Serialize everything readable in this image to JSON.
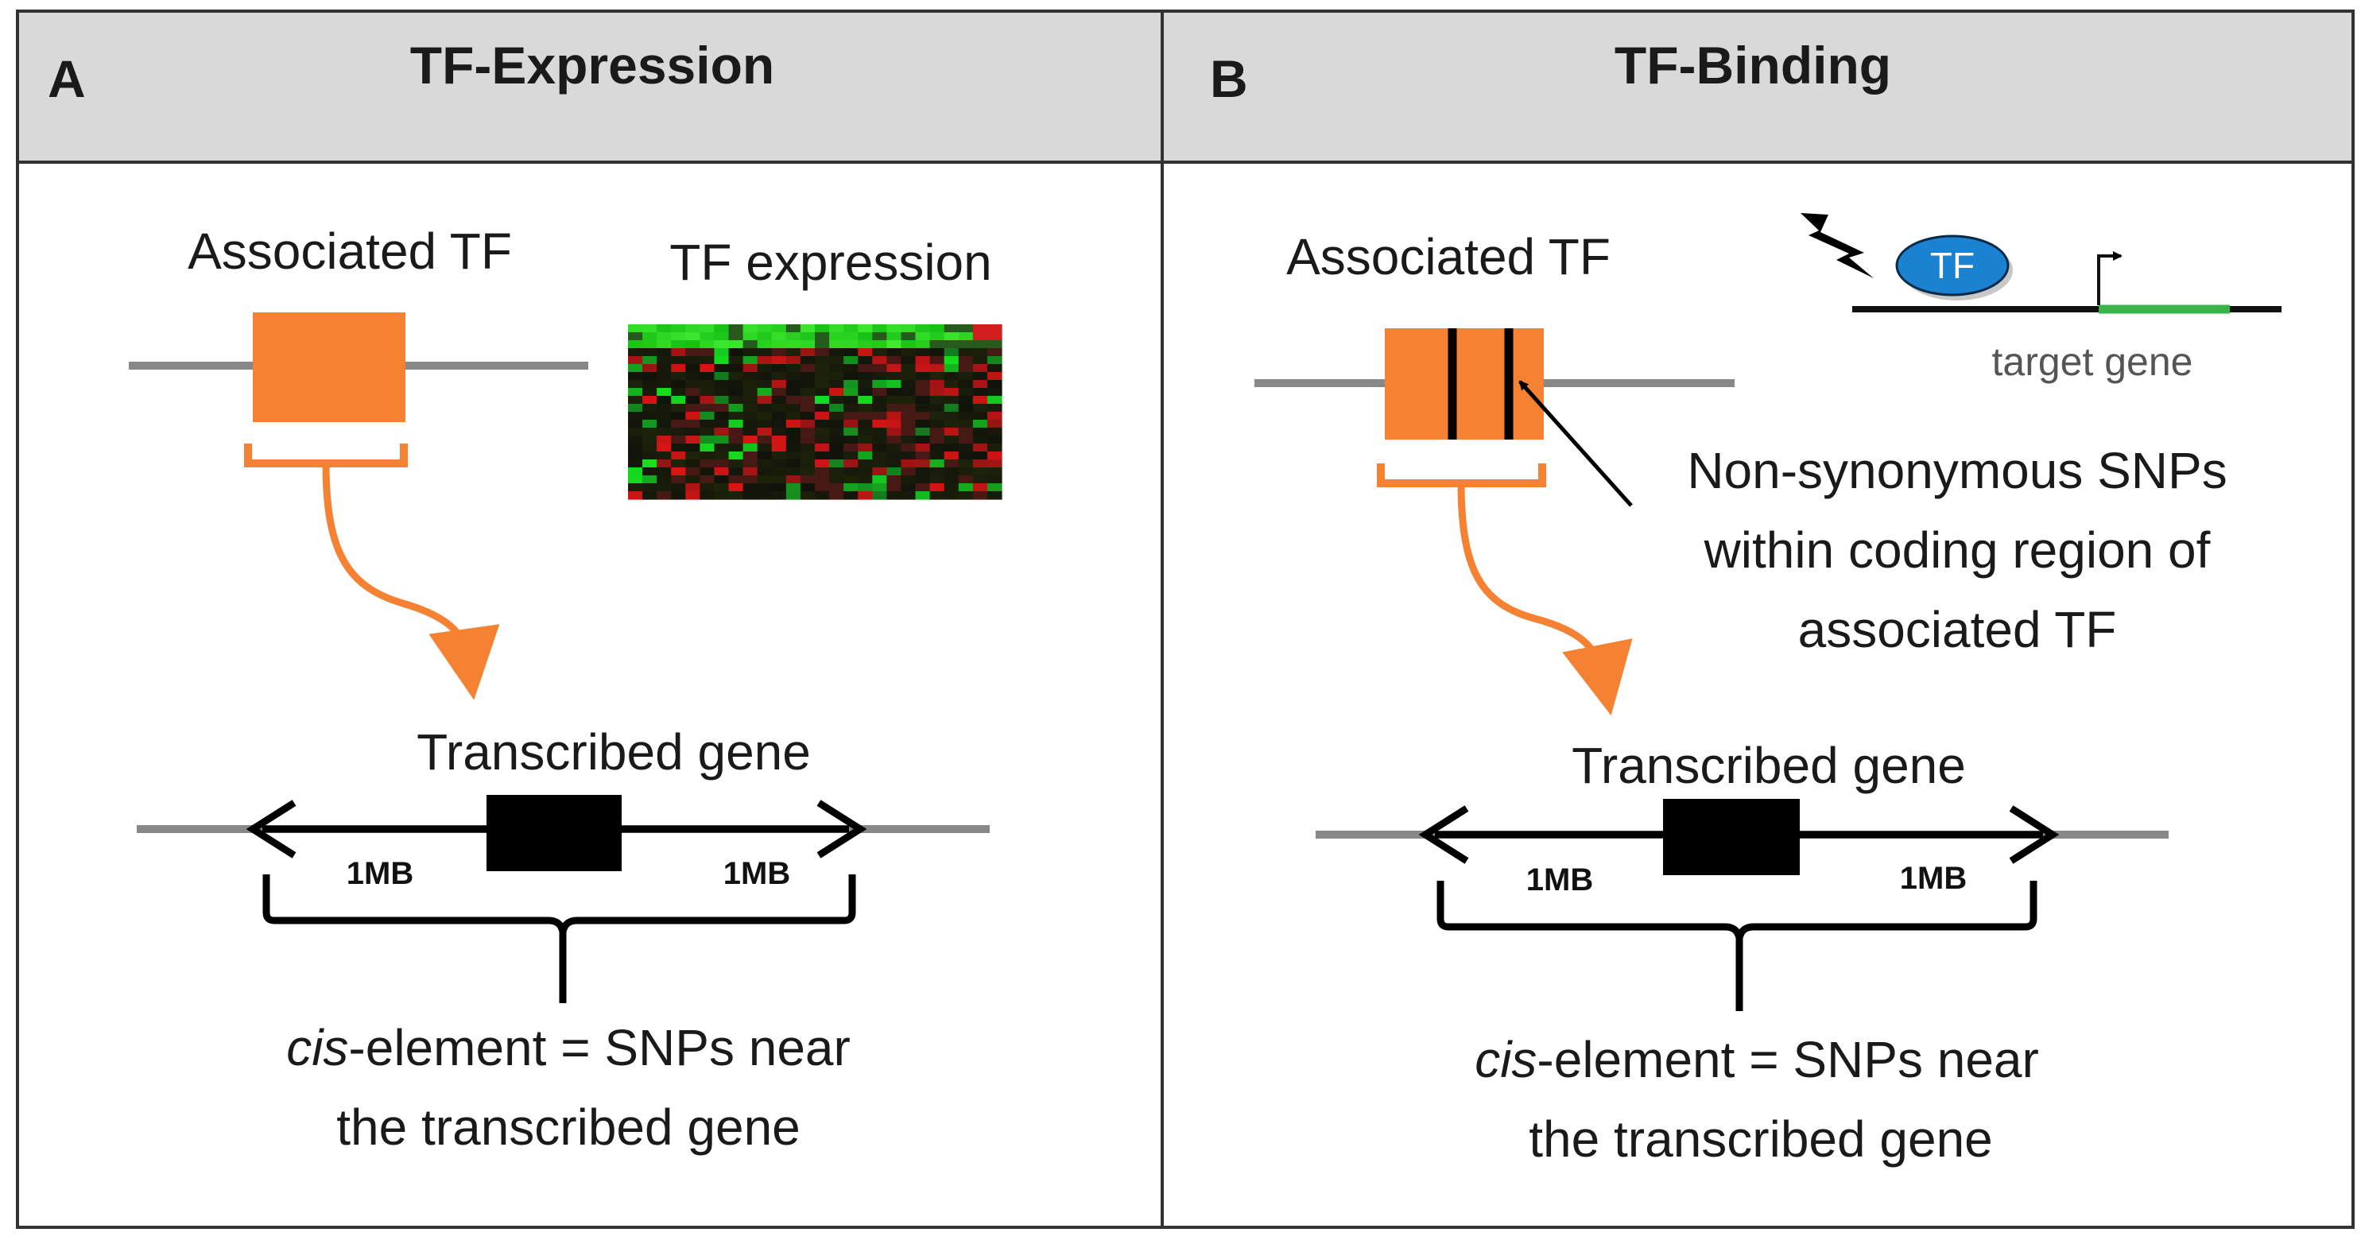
{
  "panel_a": {
    "letter": "A",
    "title": "TF-Expression",
    "associated_tf": "Associated TF",
    "tf_expression": "TF expression",
    "transcribed_gene": "Transcribed gene",
    "left_range": "1MB",
    "right_range": "1MB",
    "cis_italic": "cis",
    "cis_rest": "-element = SNPs near",
    "cis_line2": "the transcribed gene"
  },
  "panel_b": {
    "letter": "B",
    "title": "TF-Binding",
    "associated_tf": "Associated TF",
    "tf_label": "TF",
    "target_gene": "target gene",
    "snp_line1": "Non-synonymous SNPs",
    "snp_line2": "within coding region of",
    "snp_line3": "associated TF",
    "transcribed_gene": "Transcribed gene",
    "left_range": "1MB",
    "right_range": "1MB",
    "cis_italic": "cis",
    "cis_rest": "-element = SNPs near",
    "cis_line2": "the transcribed gene"
  },
  "colors": {
    "header_bg": "#d9d9d9",
    "orange": "#f58232",
    "line_gray": "#888888",
    "tf_blue": "#1a82d0",
    "target_green": "#3cb34a"
  }
}
